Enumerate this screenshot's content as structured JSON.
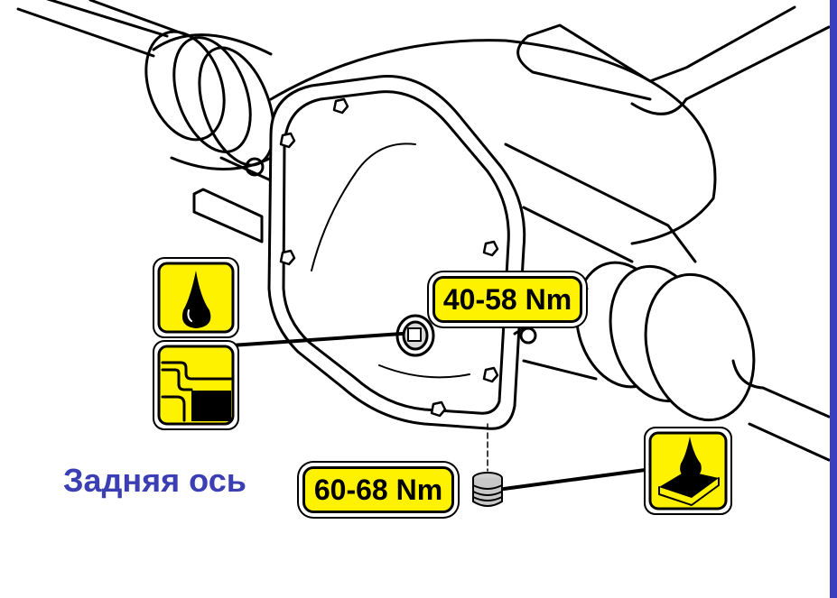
{
  "caption": "Задняя ось",
  "labels": {
    "fill_plug_torque": "40-58 Nm",
    "drain_plug_torque": "60-68 Nm"
  },
  "colors": {
    "label_fill": "#FFF200",
    "caption_text": "#3B3FB3",
    "right_bar": "#3A3FBF",
    "line": "#000000"
  },
  "icons": {
    "oil_fill": "oil-drop-icon",
    "oil_level": "oil-level-icon",
    "oil_drain": "oil-drain-icon"
  }
}
